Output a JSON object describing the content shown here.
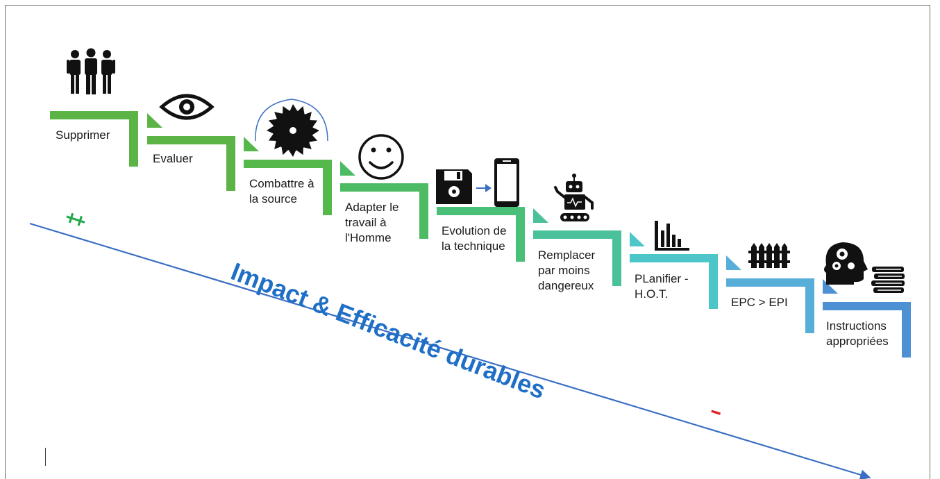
{
  "steps": [
    {
      "label": "Supprimer",
      "icon": "people-icon",
      "color": "#5cb346"
    },
    {
      "label": "Evaluer",
      "icon": "eye-icon",
      "color": "#5cb346"
    },
    {
      "label": "Combattre à la source",
      "icon": "saw-blade-icon",
      "color": "#55b84a"
    },
    {
      "label": "Adapter le travail à l'Homme",
      "icon": "smiley-icon",
      "color": "#4cbb63"
    },
    {
      "label": "Evolution de la technique",
      "icon": "floppy-to-phone-icon",
      "color": "#49bf78"
    },
    {
      "label": "Remplacer par moins dangereux",
      "icon": "robot-icon",
      "color": "#4ac19a"
    },
    {
      "label": "PLanifier - H.O.T.",
      "icon": "bar-chart-icon",
      "color": "#4dc6c9"
    },
    {
      "label": "EPC > EPI",
      "icon": "fence-icon",
      "color": "#57aed8"
    },
    {
      "label": "Instructions appropriées",
      "icon": "head-gears-books-icon",
      "color": "#4e90d4"
    }
  ],
  "axis": {
    "title": "Impact & Efficacité durables",
    "high_mark": "++",
    "low_mark": "--",
    "color": "#3a6fc4"
  }
}
